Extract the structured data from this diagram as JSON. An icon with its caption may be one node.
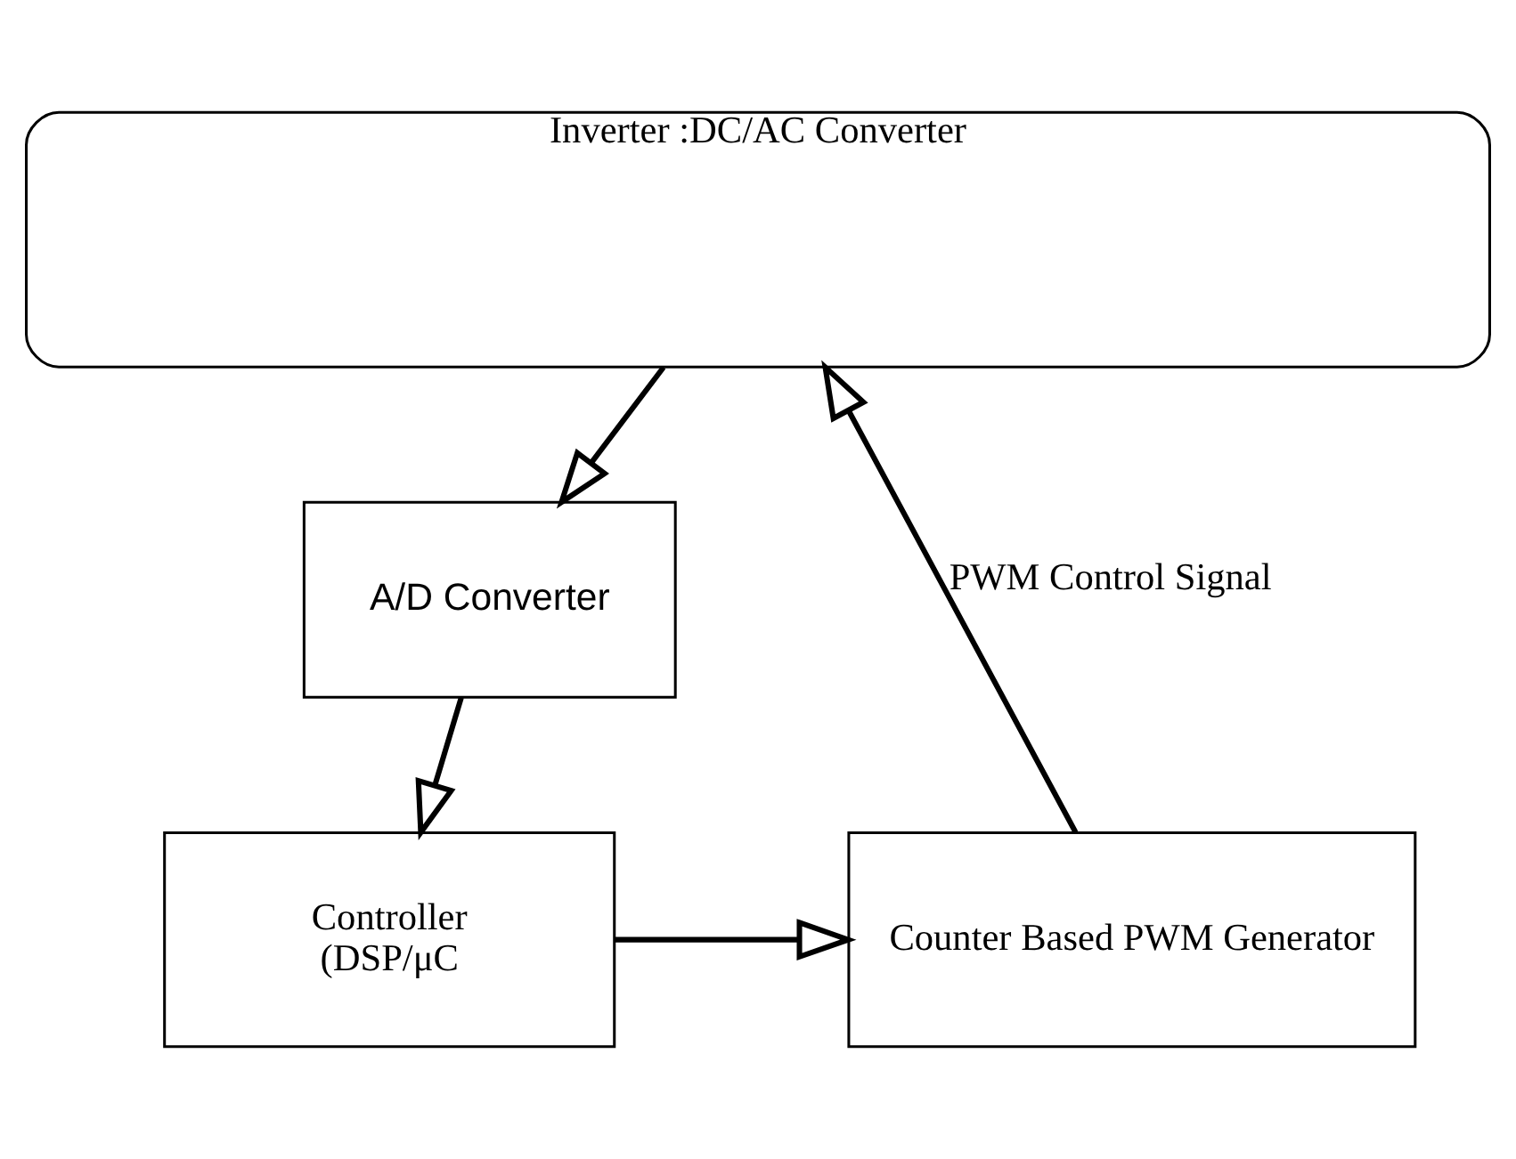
{
  "diagram": {
    "nodes": [
      {
        "text": [
          "Inverter :DC/AC Converter"
        ]
      },
      {
        "text": [
          "A/D Converter"
        ]
      },
      {
        "text": [
          "Controller",
          "(DSP/μC"
        ]
      },
      {
        "text": [
          "Counter Based PWM Generator"
        ]
      }
    ],
    "edges": [
      {
        "from": 0,
        "to": 1,
        "arrow": "to"
      },
      {
        "from": 1,
        "to": 2,
        "arrow": "to"
      },
      {
        "from": 2,
        "to": 3,
        "arrow": "to"
      },
      {
        "from": 3,
        "to": 0,
        "arrow": "to",
        "label": "PWM Control Signal"
      }
    ]
  }
}
